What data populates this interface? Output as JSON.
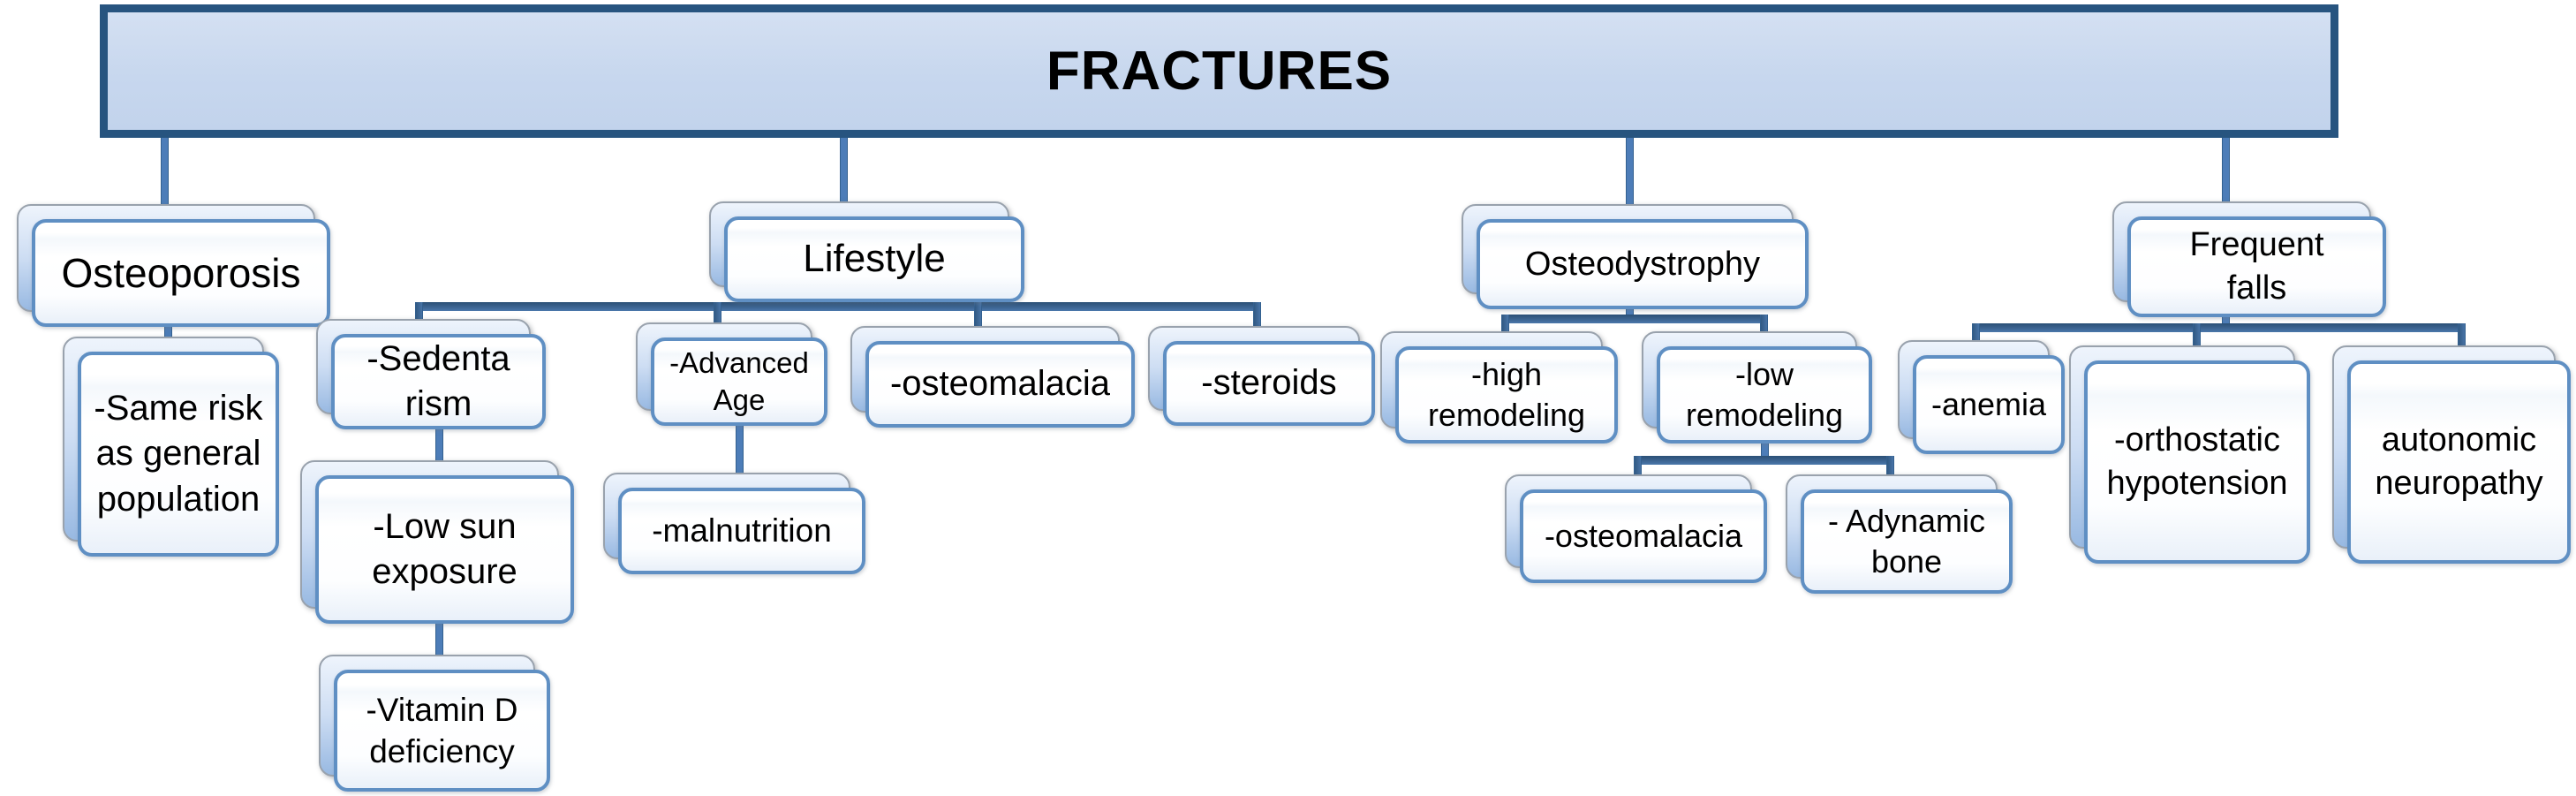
{
  "figure": {
    "type": "flowchart",
    "colors": {
      "title_fill": "#c7d7ee",
      "title_border": "#27547f",
      "node_border": "#5f8fc3",
      "node_back_fill": "#98b9e2",
      "connector": "#4d7db8",
      "bus_line": "#2b5076",
      "text": "#000000"
    },
    "tree": {
      "label": "FRACTURES",
      "children": [
        {
          "label": "Osteoporosis",
          "children": [
            {
              "label": "-Same risk\nas general\npopulation"
            }
          ]
        },
        {
          "label": "Lifestyle",
          "children": [
            {
              "label": "-Sedenta\nrism",
              "children": [
                {
                  "label": "-Low sun\nexposure",
                  "children": [
                    {
                      "label": "-Vitamin D\ndeficiency"
                    }
                  ]
                }
              ]
            },
            {
              "label": "-Advanced\nAge",
              "children": [
                {
                  "label": "-malnutrition"
                }
              ]
            },
            {
              "label": "-osteomalacia"
            },
            {
              "label": "-steroids"
            }
          ]
        },
        {
          "label": "Osteodystrophy",
          "children": [
            {
              "label": "-high\nremodeling"
            },
            {
              "label": "-low\nremodeling",
              "children": [
                {
                  "label": "-osteomalacia"
                },
                {
                  "label": "- Adynamic\nbone"
                }
              ]
            }
          ]
        },
        {
          "label": "Frequent\nfalls",
          "children": [
            {
              "label": "-anemia"
            },
            {
              "label": "-orthostatic\nhypotension"
            },
            {
              "label": "autonomic\nneuropathy"
            }
          ]
        }
      ]
    }
  }
}
